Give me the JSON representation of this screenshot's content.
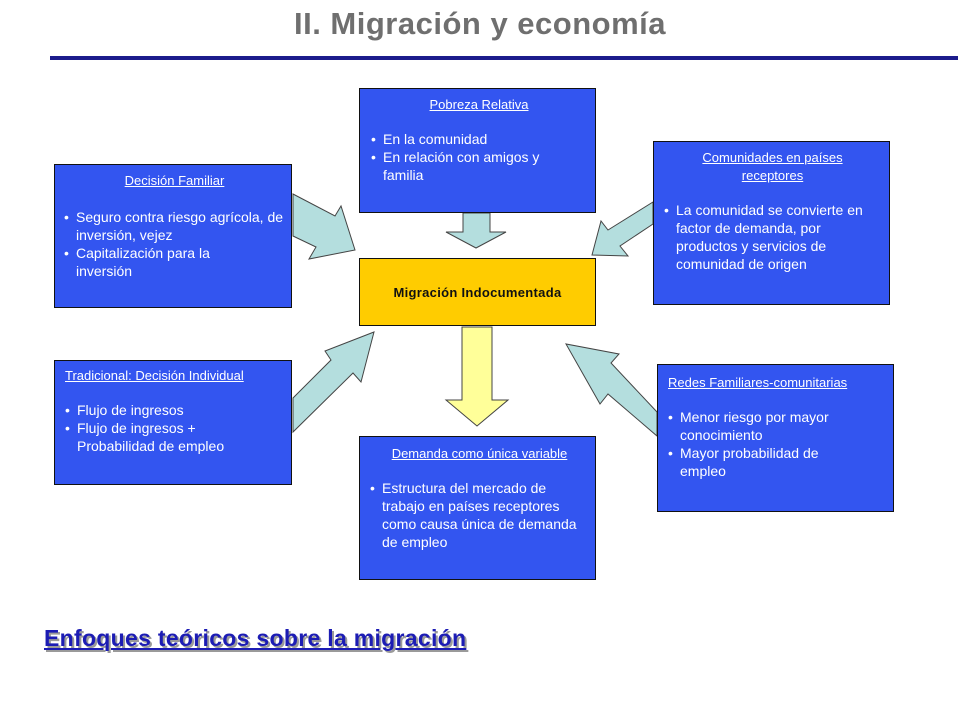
{
  "title": "II. Migración y economía",
  "center_label": "Migración Indocumentada",
  "boxes": {
    "pobreza": {
      "heading": "Pobreza Relativa",
      "items": [
        "En la  comunidad",
        "En relación con amigos y familia"
      ]
    },
    "decision_familiar": {
      "heading": "Decisión Familiar",
      "items": [
        "Seguro contra riesgo agrícola, de inversión, vejez",
        "Capitalización para la inversión"
      ]
    },
    "comunidades": {
      "heading": "Comunidades en países receptores",
      "items": [
        "La comunidad se convierte en factor de demanda, por productos y servicios de comunidad de origen"
      ]
    },
    "tradicional": {
      "heading": "Tradicional: Decisión Individual",
      "items": [
        "Flujo de ingresos",
        "Flujo de ingresos + Probabilidad de empleo"
      ]
    },
    "redes": {
      "heading": "Redes Familiares-comunitarias",
      "items": [
        "Menor riesgo por mayor conocimiento",
        "Mayor probabilidad de empleo"
      ]
    },
    "demanda": {
      "heading": "Demanda como única variable",
      "items": [
        "Estructura del mercado de trabajo en países receptores como causa única de demanda de empleo"
      ]
    }
  },
  "footer": "Enfoques teóricos sobre la migración",
  "colors": {
    "box_fill": "#3355f0",
    "center_fill": "#ffcc00",
    "arrow_fill": "#b4dede",
    "down_arrow_fill": "#ffff99",
    "title_rule": "#1c1c8c",
    "footer_text": "#1c1cb4"
  }
}
